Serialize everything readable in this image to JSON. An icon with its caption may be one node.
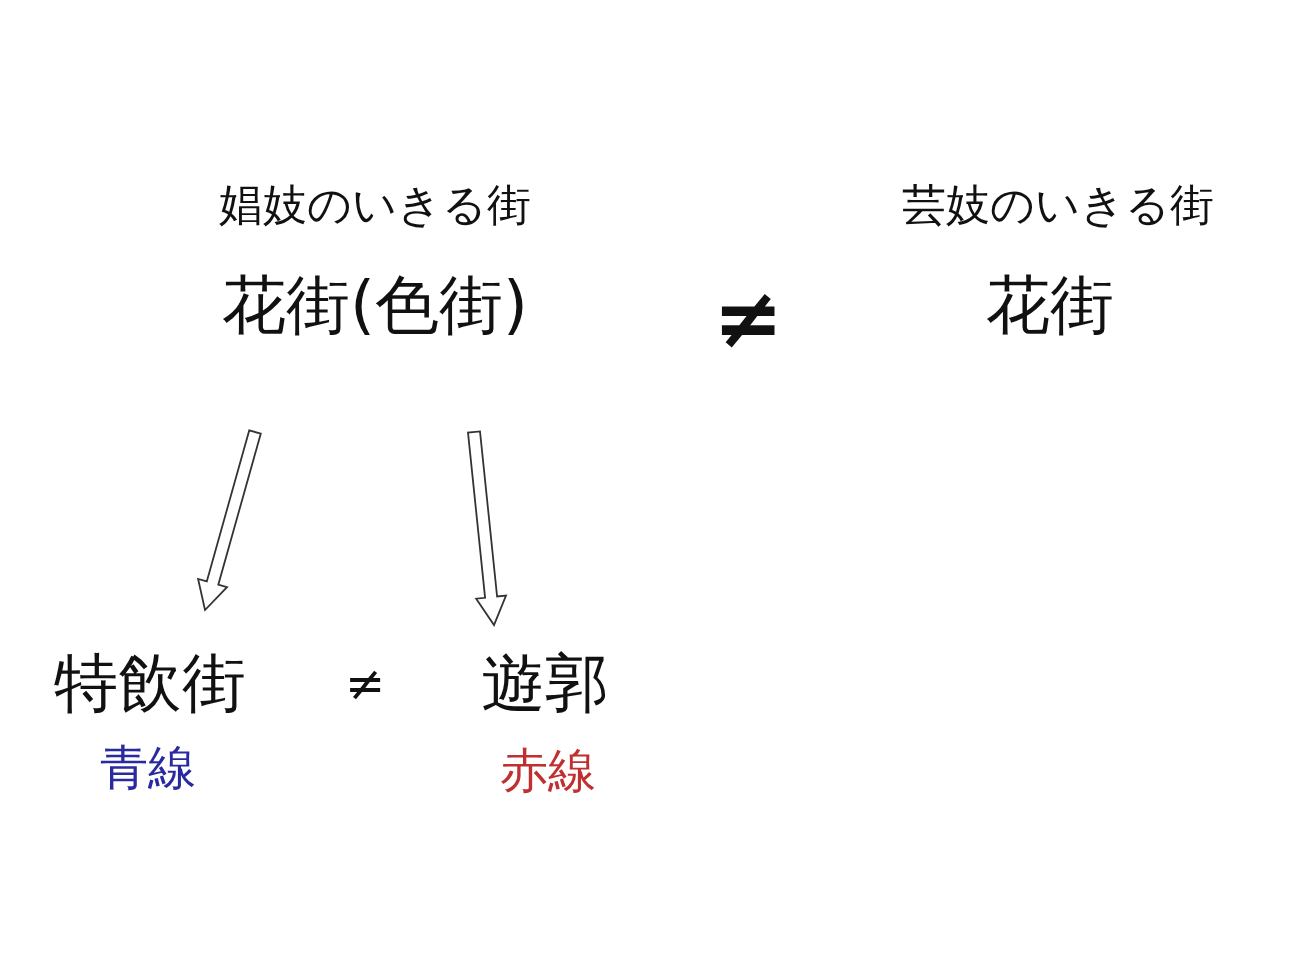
{
  "diagram": {
    "nodes": [
      {
        "text": [
          "娼妓のいきる街",
          "花街(色街)"
        ]
      },
      {
        "text": [
          "特飲街"
        ],
        "beside": [
          "青線"
        ]
      },
      {
        "text": [
          "遊郭"
        ],
        "beside": [
          "赤線"
        ]
      }
    ],
    "edges": [
      {
        "from": 0,
        "to": 1,
        "arrow": "to"
      },
      {
        "from": 0,
        "to": 2,
        "arrow": "to"
      }
    ],
    "labels": [
      "芸妓のいきる街",
      "≠",
      "花街",
      "≠"
    ]
  }
}
